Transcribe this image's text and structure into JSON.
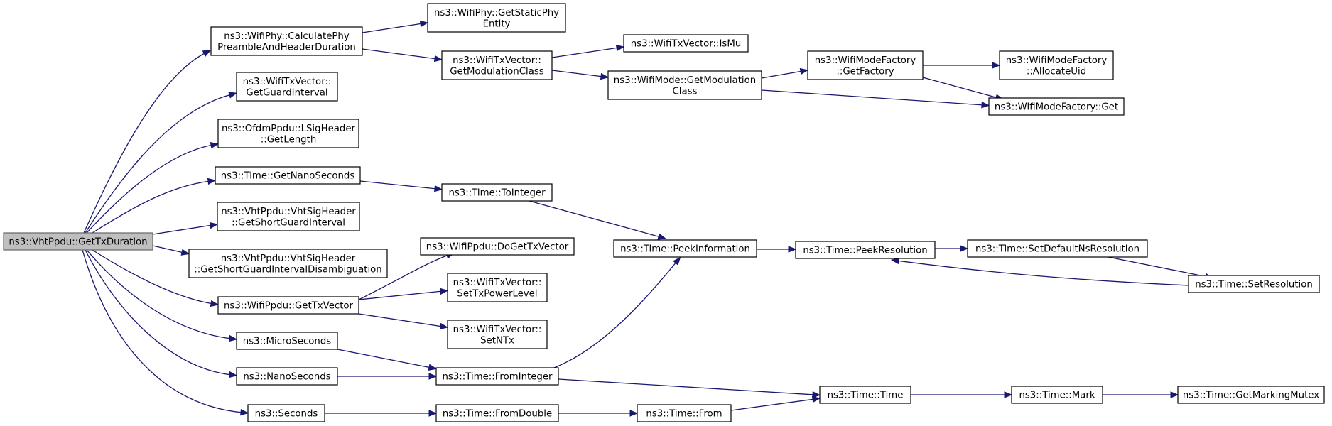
{
  "graph": {
    "root": "n0",
    "colors": {
      "edge": "#191970",
      "root_fill": "#bfbfbf",
      "node_fill": "#ffffff",
      "node_border": "#000000"
    },
    "nodes": [
      {
        "id": "n0",
        "lines": [
          "ns3::VhtPpdu::GetTxDuration"
        ]
      },
      {
        "id": "n1",
        "lines": [
          "ns3::WifiPhy::CalculatePhy",
          "PreambleAndHeaderDuration"
        ]
      },
      {
        "id": "n2",
        "lines": [
          "ns3::WifiTxVector::",
          "GetGuardInterval"
        ]
      },
      {
        "id": "n3",
        "lines": [
          "ns3::OfdmPpdu::LSigHeader",
          "::GetLength"
        ]
      },
      {
        "id": "n4",
        "lines": [
          "ns3::Time::GetNanoSeconds"
        ]
      },
      {
        "id": "n5",
        "lines": [
          "ns3::VhtPpdu::VhtSigHeader",
          "::GetShortGuardInterval"
        ]
      },
      {
        "id": "n6",
        "lines": [
          "ns3::VhtPpdu::VhtSigHeader",
          "::GetShortGuardIntervalDisambiguation"
        ]
      },
      {
        "id": "n7",
        "lines": [
          "ns3::WifiPpdu::GetTxVector"
        ]
      },
      {
        "id": "n8",
        "lines": [
          "ns3::MicroSeconds"
        ]
      },
      {
        "id": "n9",
        "lines": [
          "ns3::NanoSeconds"
        ]
      },
      {
        "id": "n10",
        "lines": [
          "ns3::Seconds"
        ]
      },
      {
        "id": "n11",
        "lines": [
          "ns3::WifiPhy::GetStaticPhy",
          "Entity"
        ]
      },
      {
        "id": "n12",
        "lines": [
          "ns3::WifiTxVector::",
          "GetModulationClass"
        ]
      },
      {
        "id": "n13",
        "lines": [
          "ns3::Time::ToInteger"
        ]
      },
      {
        "id": "n14",
        "lines": [
          "ns3::WifiPpdu::DoGetTxVector"
        ]
      },
      {
        "id": "n15",
        "lines": [
          "ns3::WifiTxVector::",
          "SetTxPowerLevel"
        ]
      },
      {
        "id": "n16",
        "lines": [
          "ns3::WifiTxVector::",
          "SetNTx"
        ]
      },
      {
        "id": "n17",
        "lines": [
          "ns3::Time::FromInteger"
        ]
      },
      {
        "id": "n18",
        "lines": [
          "ns3::Time::FromDouble"
        ]
      },
      {
        "id": "n19",
        "lines": [
          "ns3::WifiTxVector::IsMu"
        ]
      },
      {
        "id": "n20",
        "lines": [
          "ns3::WifiMode::GetModulation",
          "Class"
        ]
      },
      {
        "id": "n21",
        "lines": [
          "ns3::Time::PeekInformation"
        ]
      },
      {
        "id": "n22",
        "lines": [
          "ns3::Time::From"
        ]
      },
      {
        "id": "n23",
        "lines": [
          "ns3::WifiModeFactory",
          "::GetFactory"
        ]
      },
      {
        "id": "n24",
        "lines": [
          "ns3::Time::PeekResolution"
        ]
      },
      {
        "id": "n25",
        "lines": [
          "ns3::Time::Time"
        ]
      },
      {
        "id": "n26",
        "lines": [
          "ns3::WifiModeFactory",
          "::AllocateUid"
        ]
      },
      {
        "id": "n27",
        "lines": [
          "ns3::WifiModeFactory::Get"
        ]
      },
      {
        "id": "n28",
        "lines": [
          "ns3::Time::SetDefaultNsResolution"
        ]
      },
      {
        "id": "n29",
        "lines": [
          "ns3::Time::Mark"
        ]
      },
      {
        "id": "n30",
        "lines": [
          "ns3::Time::SetResolution"
        ]
      },
      {
        "id": "n31",
        "lines": [
          "ns3::Time::GetMarkingMutex"
        ]
      }
    ],
    "edges": [
      {
        "from": "n0",
        "to": "n1"
      },
      {
        "from": "n0",
        "to": "n2"
      },
      {
        "from": "n0",
        "to": "n3"
      },
      {
        "from": "n0",
        "to": "n4"
      },
      {
        "from": "n0",
        "to": "n5"
      },
      {
        "from": "n0",
        "to": "n6"
      },
      {
        "from": "n0",
        "to": "n7"
      },
      {
        "from": "n0",
        "to": "n8"
      },
      {
        "from": "n0",
        "to": "n9"
      },
      {
        "from": "n0",
        "to": "n10"
      },
      {
        "from": "n1",
        "to": "n11"
      },
      {
        "from": "n1",
        "to": "n12"
      },
      {
        "from": "n12",
        "to": "n19"
      },
      {
        "from": "n12",
        "to": "n20"
      },
      {
        "from": "n20",
        "to": "n23"
      },
      {
        "from": "n20",
        "to": "n27"
      },
      {
        "from": "n23",
        "to": "n26"
      },
      {
        "from": "n23",
        "to": "n27"
      },
      {
        "from": "n4",
        "to": "n13"
      },
      {
        "from": "n13",
        "to": "n21"
      },
      {
        "from": "n7",
        "to": "n14"
      },
      {
        "from": "n7",
        "to": "n15"
      },
      {
        "from": "n7",
        "to": "n16"
      },
      {
        "from": "n8",
        "to": "n17"
      },
      {
        "from": "n9",
        "to": "n17"
      },
      {
        "from": "n17",
        "to": "n21"
      },
      {
        "from": "n17",
        "to": "n25"
      },
      {
        "from": "n10",
        "to": "n18"
      },
      {
        "from": "n18",
        "to": "n22"
      },
      {
        "from": "n22",
        "to": "n25"
      },
      {
        "from": "n21",
        "to": "n24"
      },
      {
        "from": "n24",
        "to": "n28"
      },
      {
        "from": "n28",
        "to": "n30"
      },
      {
        "from": "n30",
        "to": "n24"
      },
      {
        "from": "n25",
        "to": "n29"
      },
      {
        "from": "n29",
        "to": "n31"
      }
    ]
  }
}
